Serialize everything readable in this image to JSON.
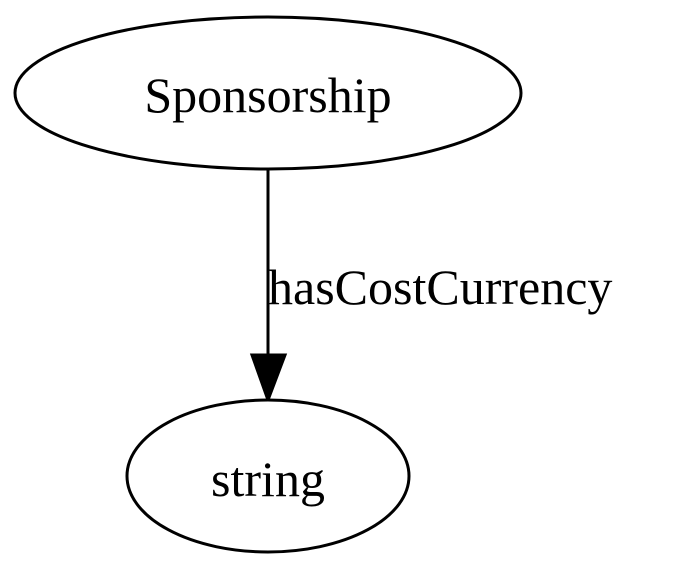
{
  "graph": {
    "nodes": [
      {
        "id": "sponsorship",
        "label": "Sponsorship"
      },
      {
        "id": "string",
        "label": "string"
      }
    ],
    "edges": [
      {
        "from": "sponsorship",
        "to": "string",
        "label": "hasCostCurrency"
      }
    ]
  }
}
